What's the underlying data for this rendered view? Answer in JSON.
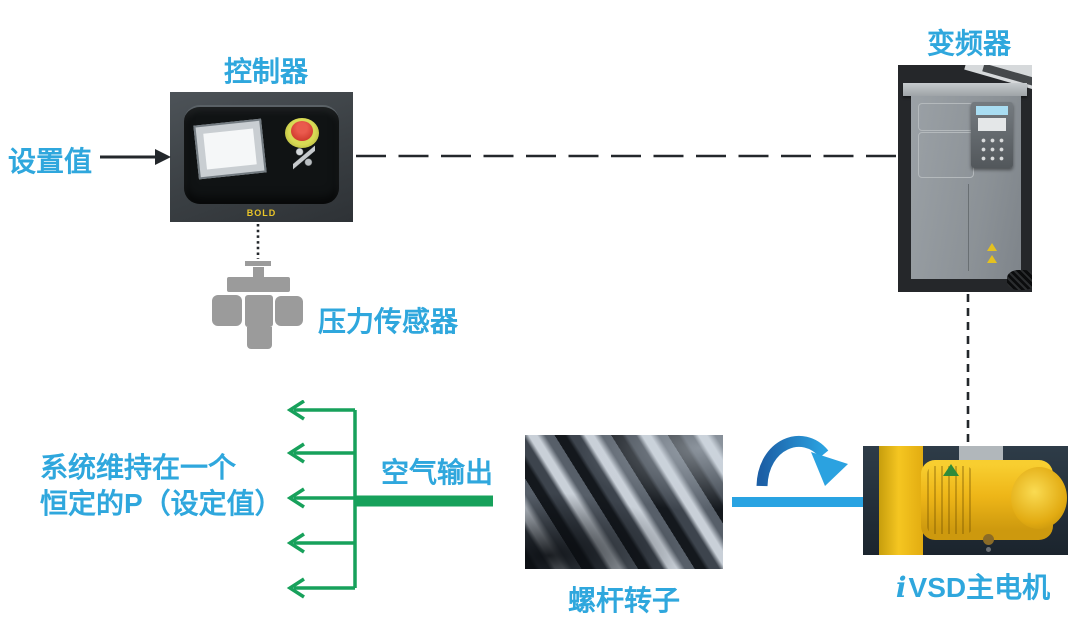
{
  "diagram": {
    "description_type": "control-loop-diagram",
    "labels": {
      "controller": "控制器",
      "vfd": "变频器",
      "set_value": "设置值",
      "pressure_sensor": "压力传感器",
      "air_output": "空气输出",
      "system_line1": "系统维持在一个",
      "system_line2": "恒定的P（设定值）",
      "rotor": "螺杆转子",
      "motor_prefix": "i",
      "motor_rest": "VSD主电机",
      "controller_brand": "BOLD"
    },
    "colors": {
      "label_cyan": "#2FA7DD",
      "air_green": "#17A15B",
      "coupling_blue": "#29A3E2",
      "rotation_arrow_dark": "#1C5FA6",
      "rotation_arrow_light": "#2BA2E0",
      "connector_black": "#23272B",
      "sensor_gray": "#9B9B9B"
    },
    "connectors": [
      {
        "from": "set_value",
        "to": "controller",
        "style": "solid-arrow-black"
      },
      {
        "from": "controller",
        "to": "vfd",
        "style": "dashed-black-horizontal"
      },
      {
        "from": "controller",
        "to": "pressure_sensor",
        "style": "dotted-black-vertical"
      },
      {
        "from": "vfd",
        "to": "motor",
        "style": "dashed-black-vertical"
      },
      {
        "from": "rotor",
        "to": "left",
        "style": "green-manifold",
        "outlet_count": 5
      },
      {
        "from": "motor",
        "to": "rotor",
        "style": "blue-rotation-arrow-with-bar"
      }
    ]
  }
}
